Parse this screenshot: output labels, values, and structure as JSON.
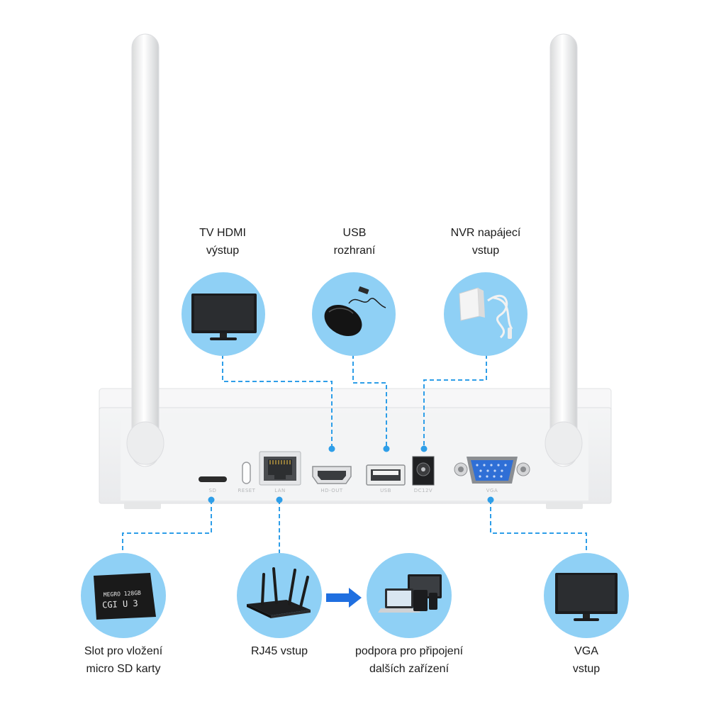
{
  "callouts": {
    "hdmi": {
      "line1": "TV HDMI",
      "line2": "výstup",
      "icon": "monitor-icon"
    },
    "usb": {
      "line1": "USB",
      "line2": "rozhraní",
      "icon": "mouse-icon"
    },
    "power": {
      "line1": "NVR napájecí",
      "line2": "vstup",
      "icon": "power-adapter-icon"
    },
    "sd": {
      "line1": "Slot pro vložení",
      "line2": "micro SD karty",
      "icon": "sd-card-icon"
    },
    "rj45": {
      "line1": "RJ45 vstup",
      "icon": "router-icon"
    },
    "devices": {
      "line1": "podpora pro připojení",
      "line2": "dalších zařízení",
      "icon": "devices-icon"
    },
    "vga": {
      "line1": "VGA",
      "line2": "vstup",
      "icon": "monitor-icon"
    }
  },
  "sd_card": {
    "line1": "MEGRO 128GB",
    "line2": "CGI U 3"
  },
  "ports": {
    "sd": "SD",
    "reset": "RESET",
    "lan": "LAN",
    "hdmi": "HD-OUT",
    "usb": "USB",
    "dc": "DC12V",
    "vga": "VGA"
  },
  "colors": {
    "circle": "#8fd0f5",
    "dash": "#2e9ee8",
    "arrow": "#1f6fe0",
    "vga_port": "#2f6fd6"
  }
}
